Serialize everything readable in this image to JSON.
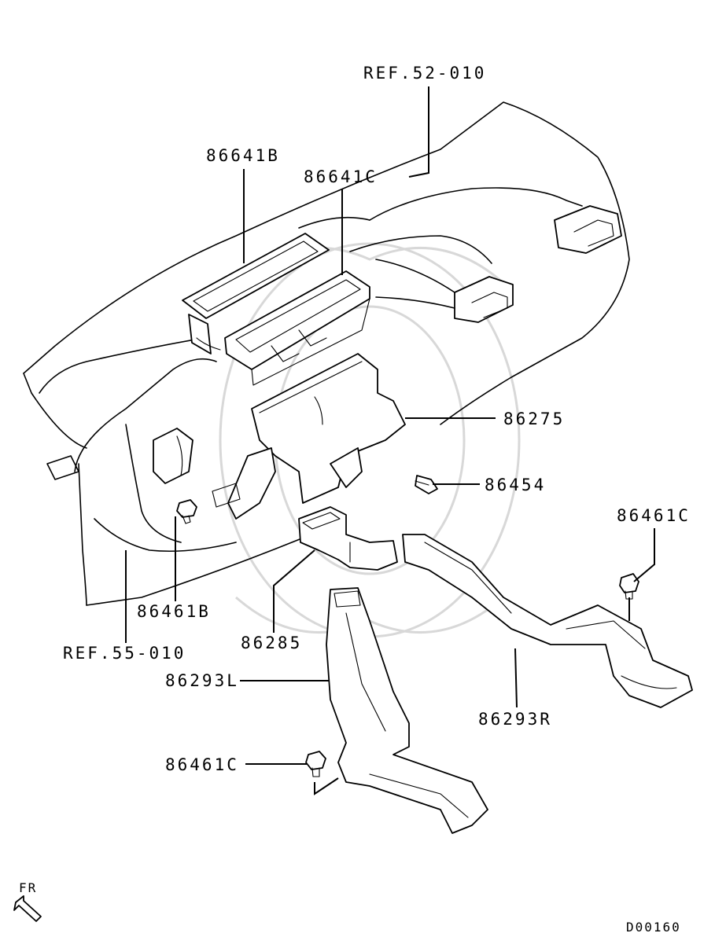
{
  "labels": {
    "ref_52": "REF.52-010",
    "p86641b": "86641B",
    "p86641c": "86641C",
    "p86275": "86275",
    "p86454": "86454",
    "p86461c_right": "86461C",
    "p86461b": "86461B",
    "ref_55": "REF.55-010",
    "p86285": "86285",
    "p86293l": "86293L",
    "p86293r": "86293R",
    "p86461c_left": "86461C",
    "fr": "FR",
    "drawing_id": "D00160"
  }
}
